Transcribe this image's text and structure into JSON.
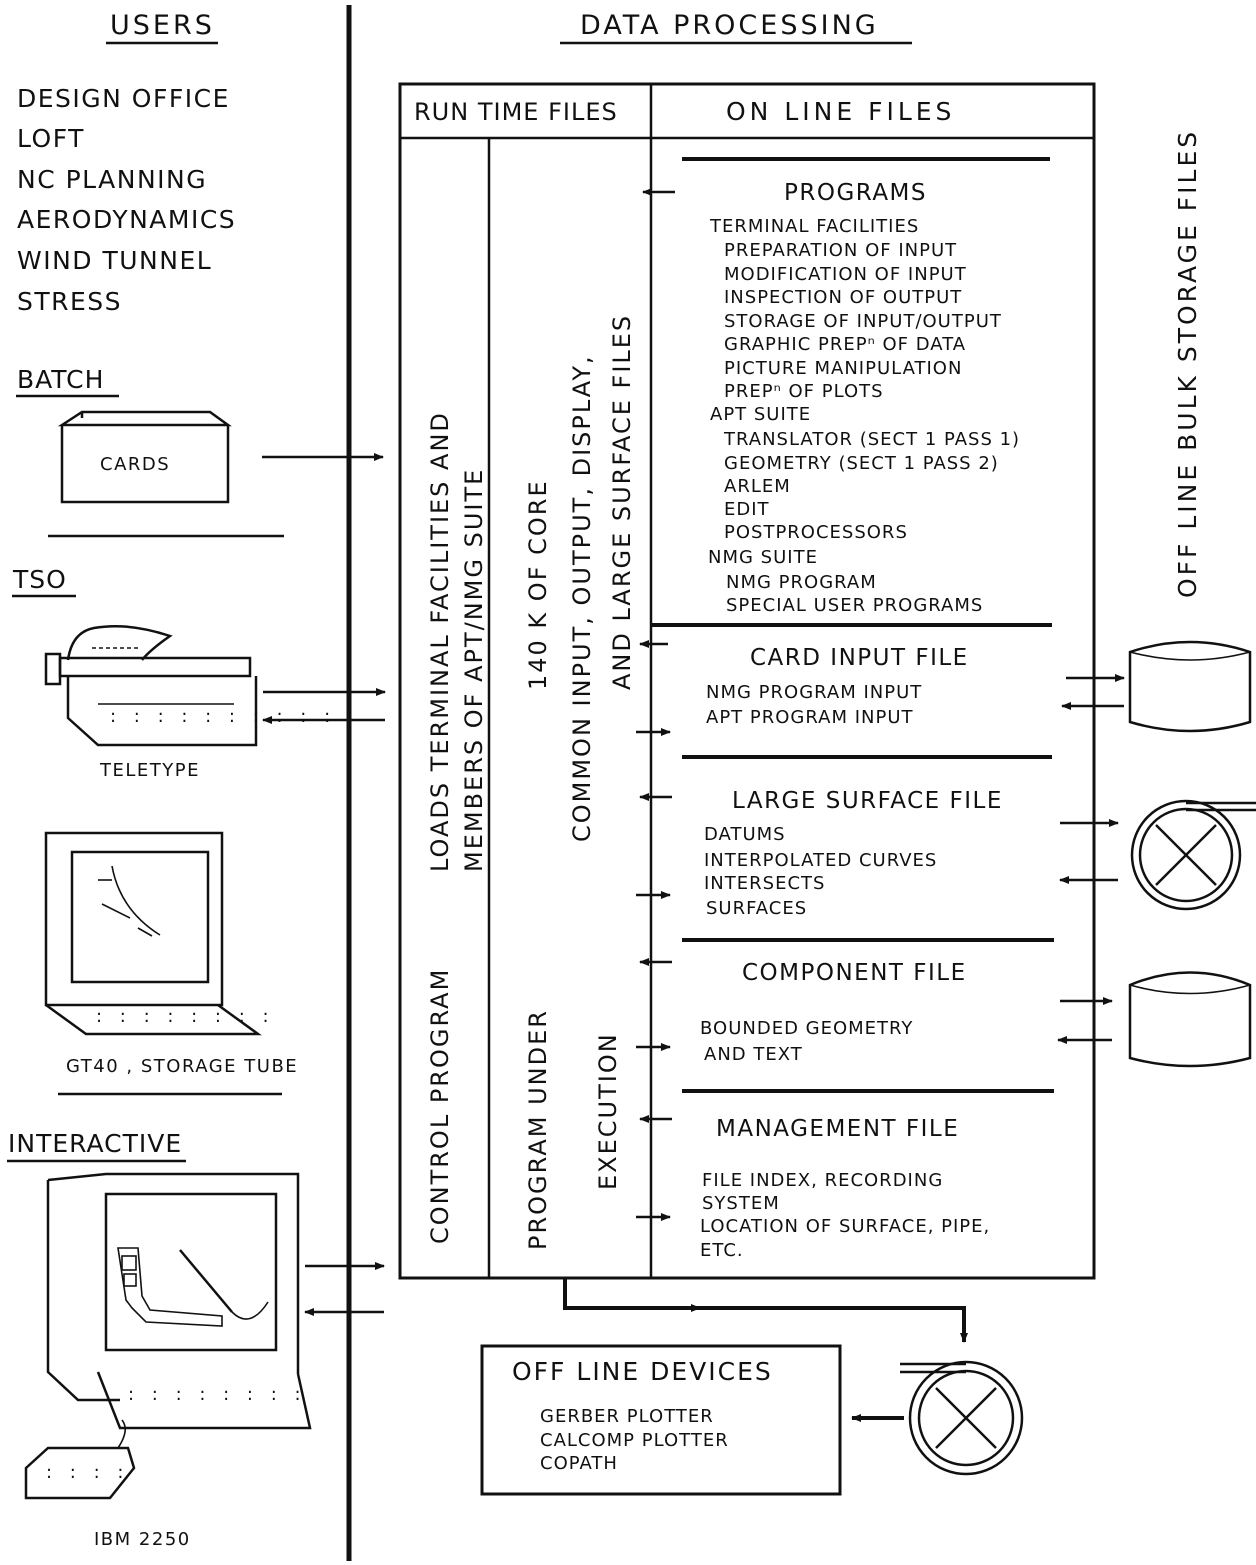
{
  "headers": {
    "users": "USERS",
    "data_processing": "DATA PROCESSING"
  },
  "user_list": [
    "DESIGN OFFICE",
    "LOFT",
    "NC PLANNING",
    "AERODYNAMICS",
    "WIND TUNNEL",
    "STRESS"
  ],
  "batch": {
    "title": "BATCH",
    "device": "CARDS"
  },
  "tso": {
    "title": "TSO",
    "teletype": "TELETYPE",
    "gt40": "GT40 , STORAGE TUBE"
  },
  "interactive": {
    "title": "INTERACTIVE",
    "device": "IBM 2250"
  },
  "columns": {
    "run_time": "RUN TIME FILES",
    "on_line": "ON LINE FILES",
    "loads_line1": "LOADS TERMINAL FACILITIES AND",
    "loads_line2": "MEMBERS OF APT/NMG SUITE",
    "control_program": "CONTROL PROGRAM",
    "core": "140 K OF CORE",
    "common_line1": "COMMON INPUT, OUTPUT, DISPLAY,",
    "common_line2": "AND LARGE SURFACE FILES",
    "program_under": "PROGRAM UNDER",
    "execution": "EXECUTION"
  },
  "programs": {
    "title": "PROGRAMS",
    "items": [
      "TERMINAL FACILITIES",
      "PREPARATION OF INPUT",
      "MODIFICATION OF INPUT",
      "INSPECTION OF OUTPUT",
      "STORAGE OF INPUT/OUTPUT",
      "GRAPHIC PREPⁿ OF DATA",
      "PICTURE MANIPULATION",
      "PREPⁿ OF PLOTS",
      "APT SUITE",
      "TRANSLATOR (SECT 1 PASS 1)",
      "GEOMETRY (SECT 1 PASS 2)",
      "ARLEM",
      "EDIT",
      "POSTPROCESSORS",
      "NMG SUITE",
      "NMG PROGRAM",
      "SPECIAL USER PROGRAMS"
    ]
  },
  "card_input_file": {
    "title": "CARD INPUT FILE",
    "items": [
      "NMG PROGRAM INPUT",
      "APT PROGRAM INPUT"
    ]
  },
  "large_surface_file": {
    "title": "LARGE SURFACE FILE",
    "items": [
      "DATUMS",
      "INTERPOLATED CURVES",
      "INTERSECTS",
      "SURFACES"
    ]
  },
  "component_file": {
    "title": "COMPONENT FILE",
    "items": [
      "BOUNDED GEOMETRY",
      "AND TEXT"
    ]
  },
  "management_file": {
    "title": "MANAGEMENT FILE",
    "items": [
      "FILE INDEX, RECORDING",
      "SYSTEM",
      "LOCATION OF SURFACE, PIPE,",
      "ETC."
    ]
  },
  "off_line_bulk": "OFF LINE BULK STORAGE FILES",
  "off_line_devices": {
    "title": "OFF LINE DEVICES",
    "items": [
      "GERBER PLOTTER",
      "CALCOMP PLOTTER",
      "COPATH"
    ]
  }
}
